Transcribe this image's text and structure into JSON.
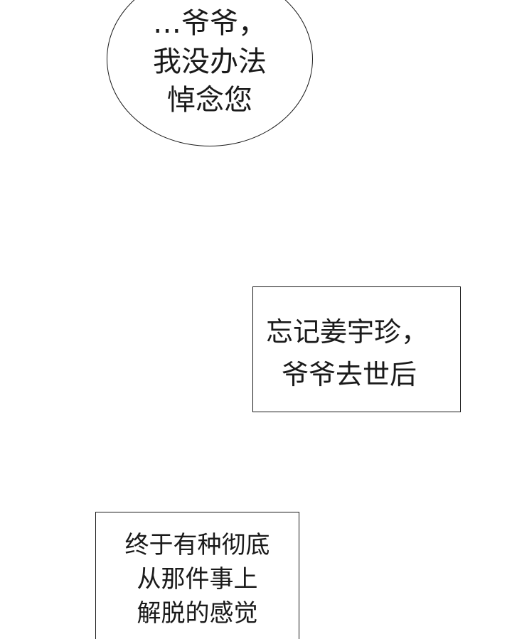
{
  "bubble": {
    "lines": [
      "…爷爷，",
      "我没办法",
      "悼念您"
    ]
  },
  "narration_1": {
    "lines": [
      "忘记姜宇珍，",
      "爷爷去世后"
    ]
  },
  "narration_2": {
    "lines": [
      "终于有种彻底",
      "从那件事上",
      "解脱的感觉"
    ]
  }
}
